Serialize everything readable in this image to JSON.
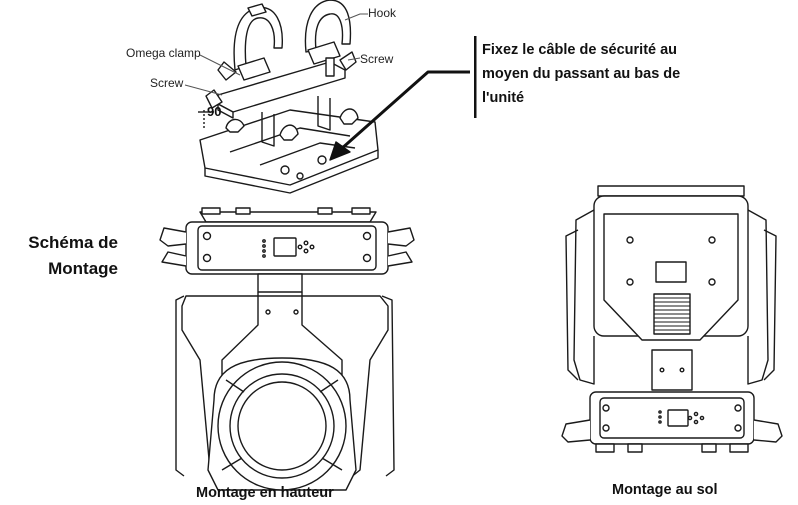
{
  "bracket_labels": {
    "hook": "Hook",
    "omega_clamp": "Omega clamp",
    "screw_left": "Screw",
    "screw_right": "Screw",
    "angle": "90"
  },
  "note": {
    "line1": "Fixez le câble de sécurité au",
    "line2": "moyen du passant au bas de",
    "line3": "l'unité"
  },
  "diagram_title": {
    "line1": "Schéma de",
    "line2": "Montage"
  },
  "captions": {
    "ceiling": "Montage en hauteur",
    "floor": "Montage au sol"
  },
  "colors": {
    "line": "#1a1a1a",
    "fill": "#ffffff"
  }
}
